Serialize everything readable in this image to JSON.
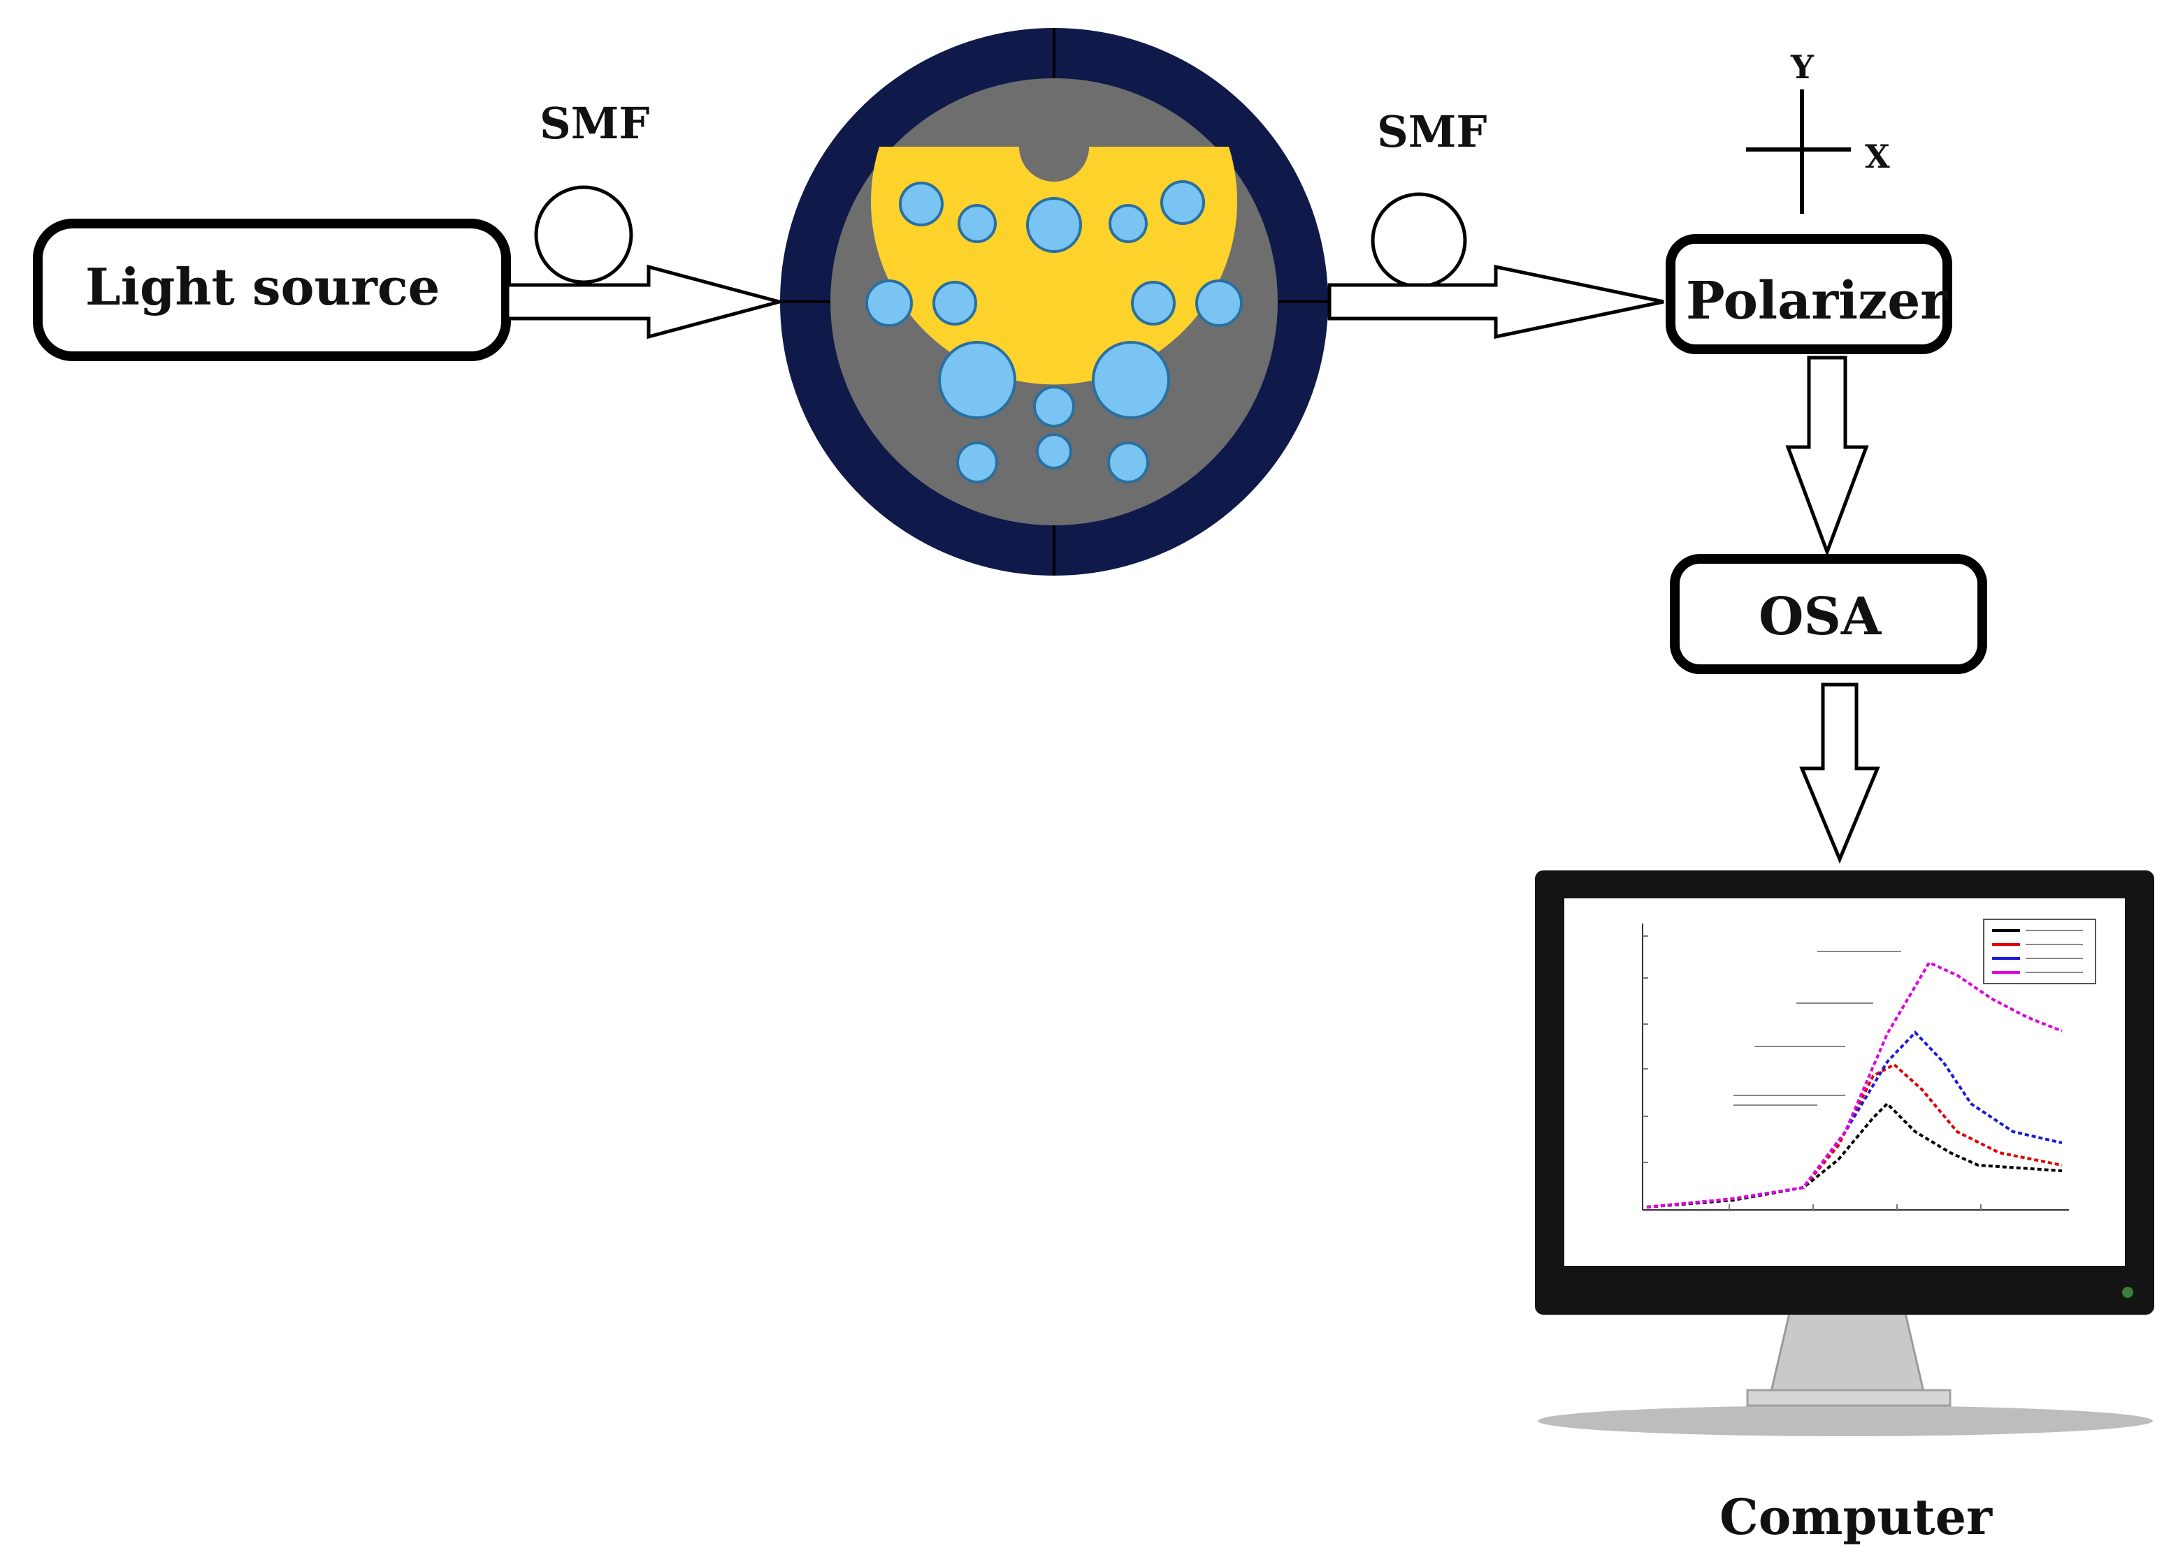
{
  "title": "",
  "nodes": {
    "light_source": "Light source",
    "polarizer": "Polarizer",
    "osa": "OSA",
    "computer": "Computer"
  },
  "fiber_labels": {
    "input": "SMF",
    "output": "SMF"
  },
  "axes": {
    "y": "Y",
    "x": "X"
  },
  "colors": {
    "jacket": "#0f1a4a",
    "cladding": "#6e6e6e",
    "core": "#fdd22b",
    "air_holes": "#79c4f2",
    "monitor_frame": "#141414"
  },
  "icons": [
    "fiber-coil-icon",
    "pcf-cross-section-icon",
    "axes-icon",
    "monitor-icon"
  ]
}
